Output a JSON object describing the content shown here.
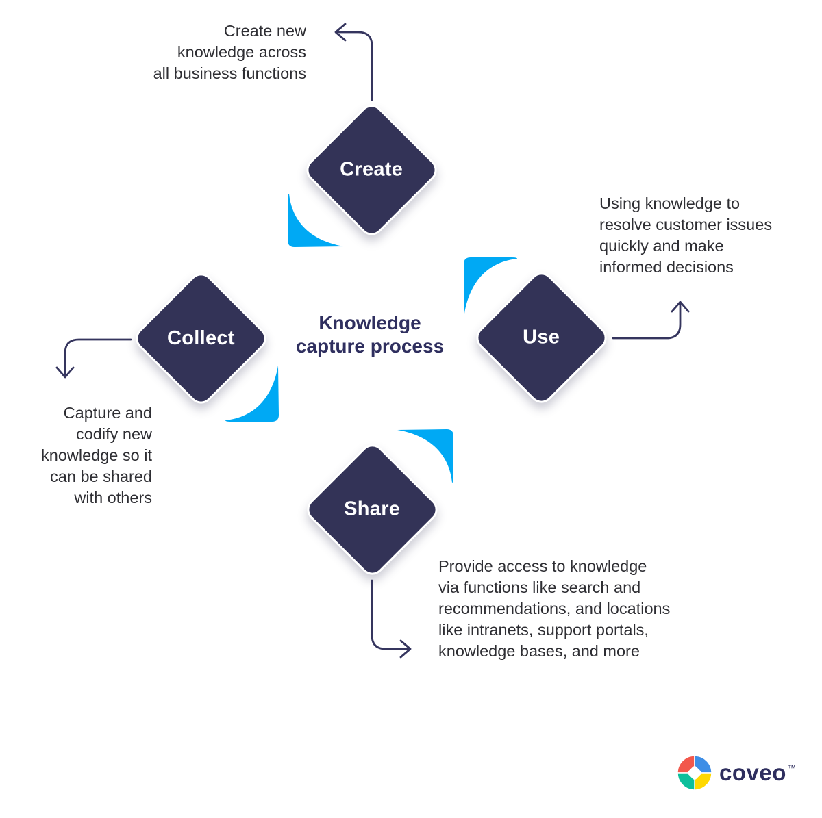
{
  "title": {
    "text": "Knowledge\ncapture process"
  },
  "nodes": {
    "create": {
      "label": "Create",
      "note": "Create new\nknowledge across\nall business functions"
    },
    "use": {
      "label": "Use",
      "note": "Using knowledge to\nresolve customer issues\nquickly and make\ninformed decisions"
    },
    "share": {
      "label": "Share",
      "note": "Provide access to knowledge\nvia functions like search and\nrecommendations, and locations\nlike intranets, support portals,\nknowledge bases, and more"
    },
    "collect": {
      "label": "Collect",
      "note": "Capture and\ncodify new\nknowledge so it\ncan be shared\nwith others"
    }
  },
  "colors": {
    "node_fill": "#333357",
    "node_text": "#FFFFFF",
    "wedge_blue": "#00A9F4",
    "arrow": "#35355E",
    "title_text": "#2F2F5F",
    "note_text": "#2E2E33",
    "logo_navy": "#2E2E5E",
    "logo_red": "#F2584C",
    "logo_blue": "#3E8EE6",
    "logo_teal": "#0CBF9B",
    "logo_yellow": "#FFD800"
  },
  "logo": {
    "wordmark": "coveo",
    "trademark": "™"
  }
}
